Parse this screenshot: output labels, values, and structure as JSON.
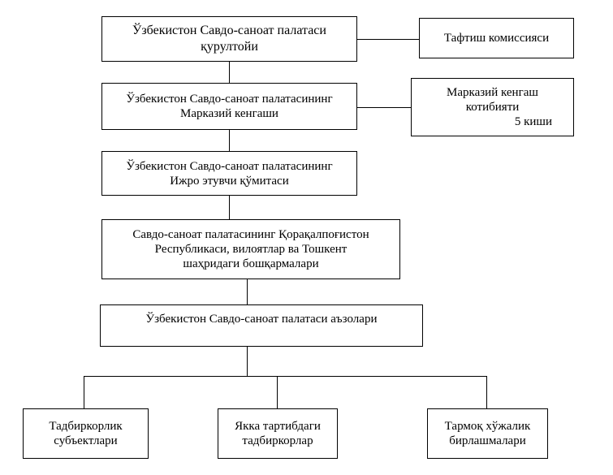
{
  "boxes": {
    "congress": {
      "line1": "Ўзбекистон Савдо-саноат палатаси",
      "line2": "қурултойи"
    },
    "audit": {
      "line1": "Тафтиш комиссияси"
    },
    "central_council": {
      "line1": "Ўзбекистон Савдо-саноат палатасининг",
      "line2": "Марказий кенгаши"
    },
    "secretariat": {
      "line1": "Марказий кенгаш",
      "line2": "котибияти",
      "line3": "5 киши"
    },
    "executive": {
      "line1": "Ўзбекистон Савдо-саноат палатасининг",
      "line2": "Ижро этувчи қўмитаси"
    },
    "regional": {
      "line1": "Савдо-саноат палатасининг Қорақалпоғистон",
      "line2": "Республикаси, вилоятлар ва Тошкент",
      "line3": "шаҳридаги бошқармалари"
    },
    "members": {
      "line1": "Ўзбекистон Савдо-саноат палатаси аъзолари"
    },
    "entrepreneurs": {
      "line1": "Тадбиркорлик",
      "line2": "субъектлари"
    },
    "individuals": {
      "line1": "Якка тартибдаги",
      "line2": "тадбиркорлар"
    },
    "associations": {
      "line1": "Тармоқ хўжалик",
      "line2": "бирлашмалари"
    }
  }
}
